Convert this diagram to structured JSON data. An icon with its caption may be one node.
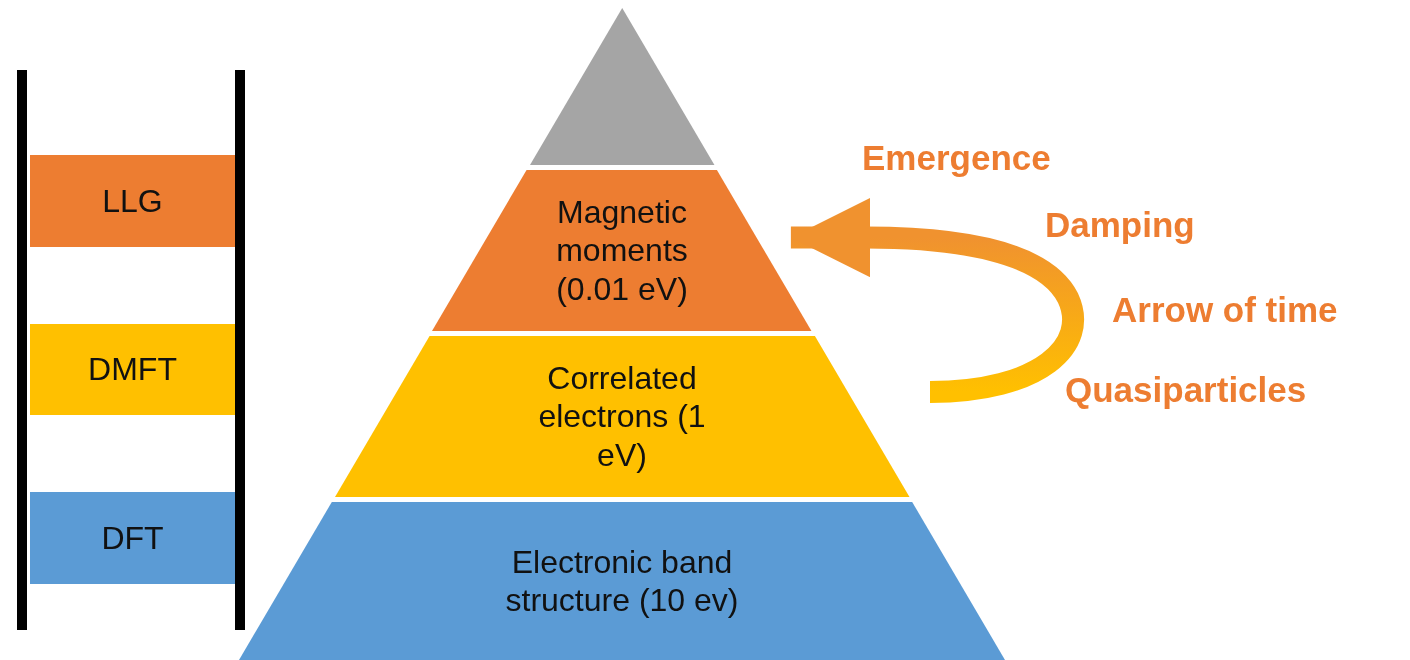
{
  "diagram": {
    "nodes": [
      {
        "text": [
          "LLG"
        ]
      },
      {
        "text": [
          "DMFT"
        ]
      },
      {
        "text": [
          "DFT"
        ]
      },
      {
        "text": [],
        "shape": "triangle"
      },
      {
        "text": [
          "Magnetic moments (0.01 eV)"
        ]
      },
      {
        "text": [
          "Correlated electrons (1 eV)"
        ]
      },
      {
        "text": [
          "Electronic band structure (10 ev)"
        ]
      }
    ],
    "edges": [
      {
        "from": null,
        "to": 4,
        "arrow": "to",
        "style": "thick"
      }
    ],
    "labels": [
      "Emergence",
      "Damping",
      "Arrow of time",
      "Quasiparticles"
    ]
  }
}
